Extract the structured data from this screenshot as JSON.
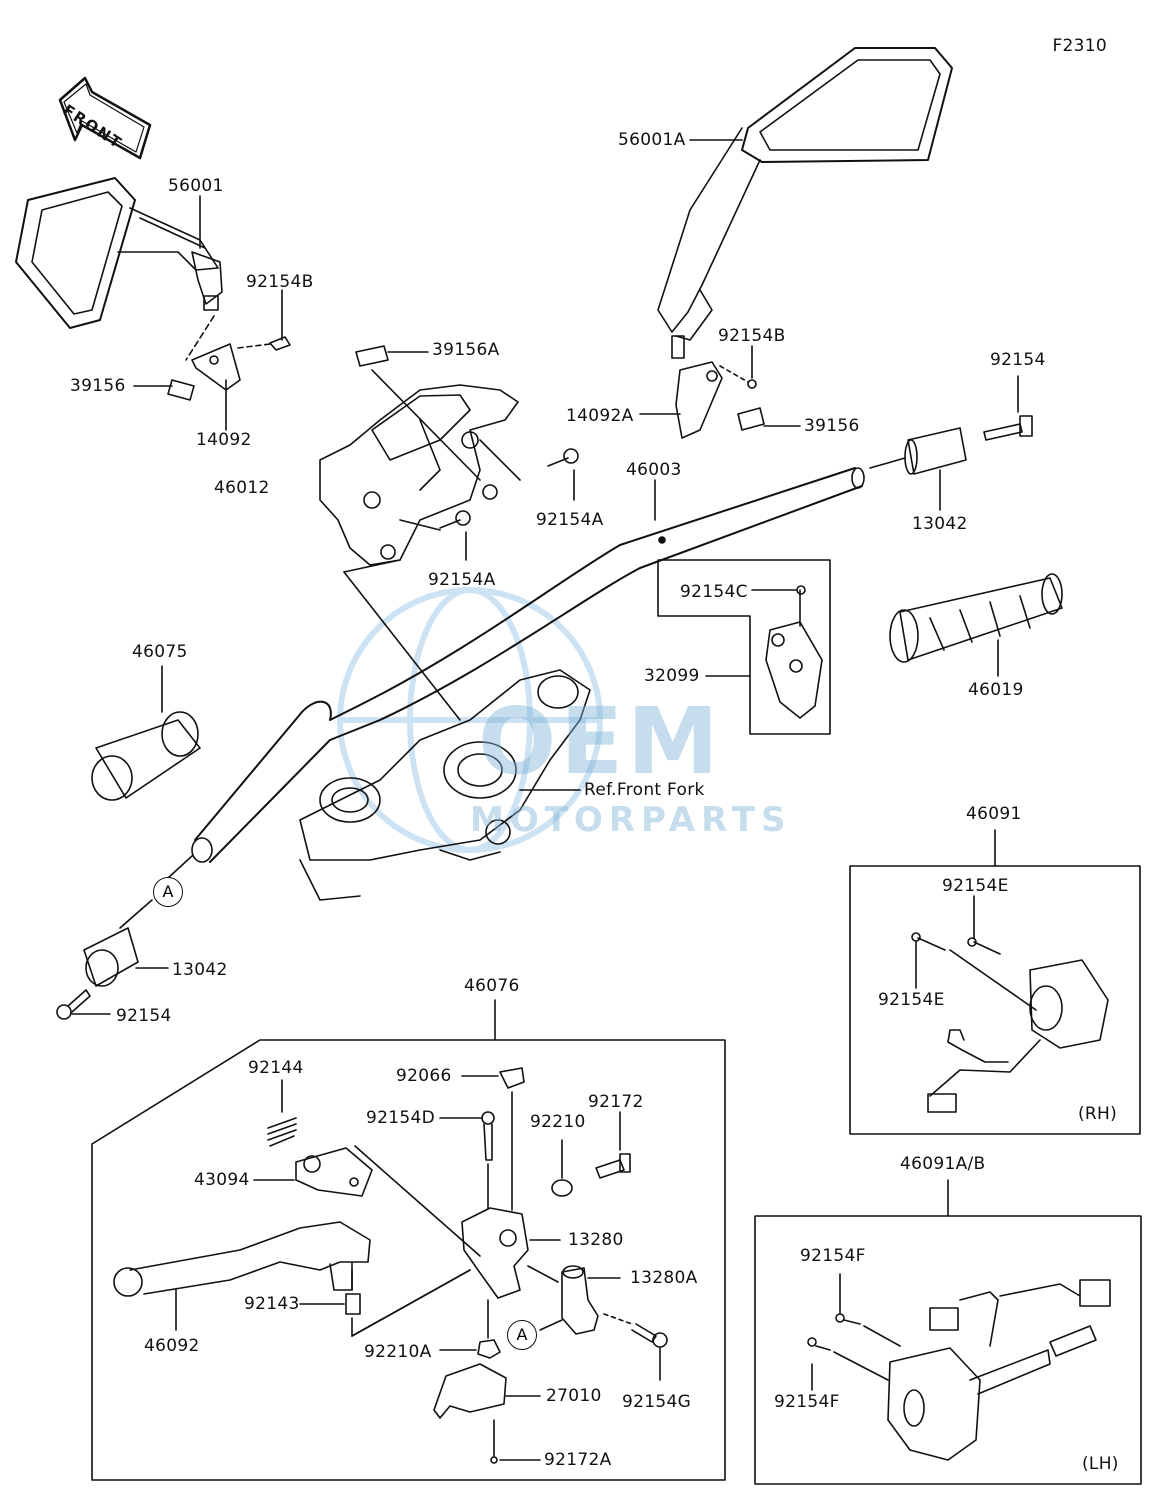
{
  "figure_code": "F2310",
  "front_label": "FRONT",
  "watermark": {
    "brand": "OEM",
    "sub": "MOTORPARTS",
    "color": "#7fb4d9"
  },
  "reference": "Ref.Front Fork",
  "callout_marker": "A",
  "side_labels": {
    "rh": "(RH)",
    "lh": "(LH)"
  },
  "parts": [
    {
      "id": "56001",
      "label": "56001"
    },
    {
      "id": "92154B_l",
      "label": "92154B"
    },
    {
      "id": "39156_l",
      "label": "39156"
    },
    {
      "id": "14092",
      "label": "14092"
    },
    {
      "id": "39156A",
      "label": "39156A"
    },
    {
      "id": "46012",
      "label": "46012"
    },
    {
      "id": "92154A_a",
      "label": "92154A"
    },
    {
      "id": "92154A_b",
      "label": "92154A"
    },
    {
      "id": "56001A",
      "label": "56001A"
    },
    {
      "id": "92154B_r",
      "label": "92154B"
    },
    {
      "id": "14092A",
      "label": "14092A"
    },
    {
      "id": "39156_r",
      "label": "39156"
    },
    {
      "id": "92154_r",
      "label": "92154"
    },
    {
      "id": "46003",
      "label": "46003"
    },
    {
      "id": "13042_r",
      "label": "13042"
    },
    {
      "id": "92154C",
      "label": "92154C"
    },
    {
      "id": "32099",
      "label": "32099"
    },
    {
      "id": "46019",
      "label": "46019"
    },
    {
      "id": "46075",
      "label": "46075"
    },
    {
      "id": "13042_l",
      "label": "13042"
    },
    {
      "id": "92154_l",
      "label": "92154"
    },
    {
      "id": "46091",
      "label": "46091"
    },
    {
      "id": "92154E_a",
      "label": "92154E"
    },
    {
      "id": "92154E_b",
      "label": "92154E"
    },
    {
      "id": "46076",
      "label": "46076"
    },
    {
      "id": "92144",
      "label": "92144"
    },
    {
      "id": "92066",
      "label": "92066"
    },
    {
      "id": "92154D",
      "label": "92154D"
    },
    {
      "id": "92210",
      "label": "92210"
    },
    {
      "id": "92172",
      "label": "92172"
    },
    {
      "id": "43094",
      "label": "43094"
    },
    {
      "id": "13280",
      "label": "13280"
    },
    {
      "id": "13280A",
      "label": "13280A"
    },
    {
      "id": "92143",
      "label": "92143"
    },
    {
      "id": "46092",
      "label": "46092"
    },
    {
      "id": "92210A",
      "label": "92210A"
    },
    {
      "id": "92154G",
      "label": "92154G"
    },
    {
      "id": "27010",
      "label": "27010"
    },
    {
      "id": "92172A",
      "label": "92172A"
    },
    {
      "id": "46091AB",
      "label": "46091A/B"
    },
    {
      "id": "92154F_a",
      "label": "92154F"
    },
    {
      "id": "92154F_b",
      "label": "92154F"
    }
  ]
}
